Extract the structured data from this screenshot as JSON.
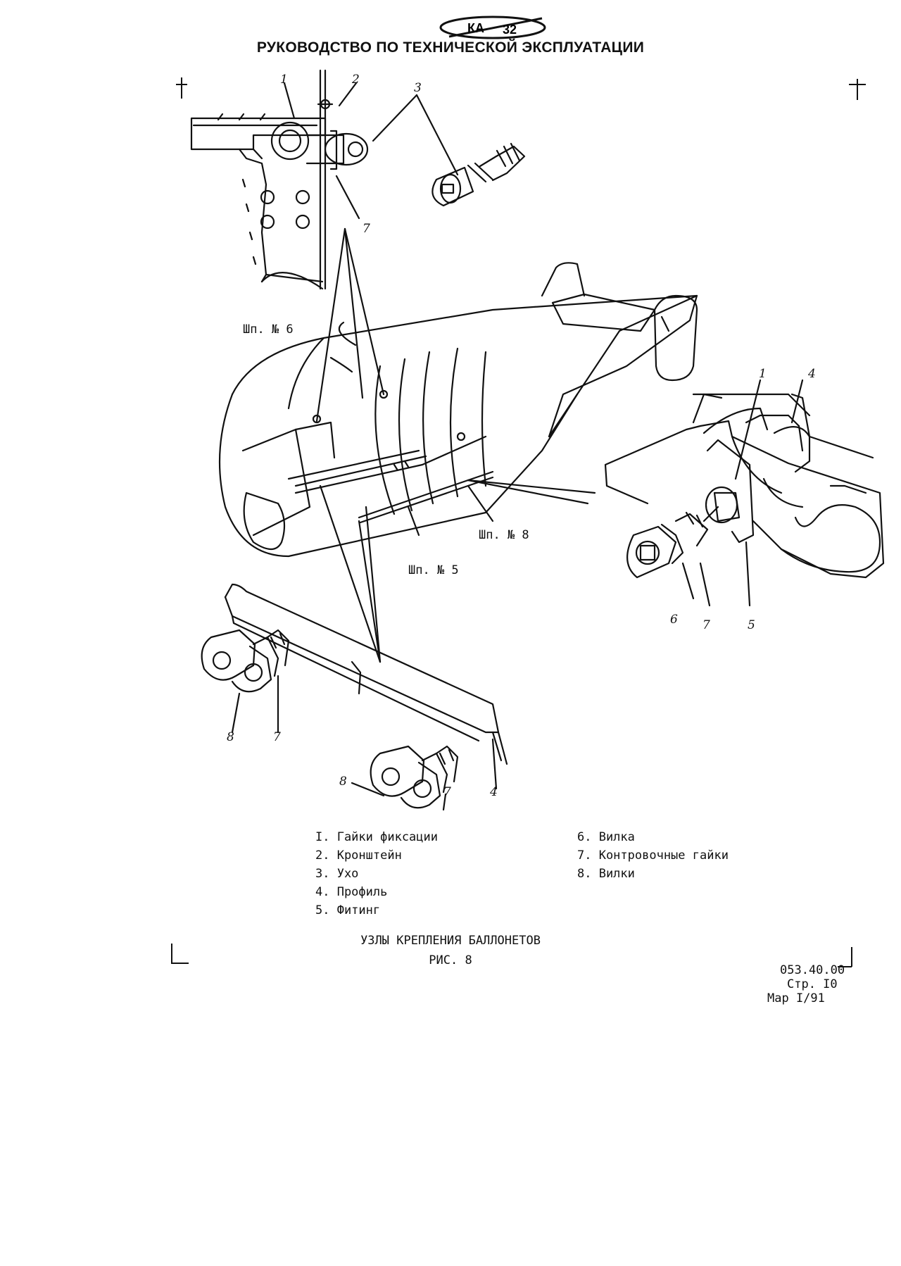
{
  "header": {
    "logo_left": "КА",
    "logo_right": "32",
    "manual_title": "РУКОВОДСТВО ПО ТЕХНИЧЕСКОЙ ЭКСПЛУАТАЦИИ"
  },
  "callouts": {
    "c1": "1",
    "c2": "2",
    "c3": "3",
    "c7a": "7",
    "r1": "1",
    "r4": "4",
    "r6": "6",
    "r7": "7",
    "r5": "5",
    "b8a": "8",
    "b7a": "7",
    "b8b": "8",
    "b7b": "7",
    "b4": "4"
  },
  "frames": {
    "f6": "Шп. № 6",
    "f8": "Шп. № 8",
    "f5": "Шп. № 5"
  },
  "legend": {
    "left": [
      "I. Гайки фиксации",
      "2. Кронштейн",
      "3. Ухо",
      "4. Профиль",
      "5. Фитинг"
    ],
    "right": [
      "6. Вилка",
      "7. Контровочные гайки",
      "8. Вилки"
    ]
  },
  "caption": {
    "title": "УЗЛЫ КРЕПЛЕНИЯ БАЛЛОНЕТОВ",
    "figure": "РИС. 8"
  },
  "docinfo": {
    "code": "053.40.00",
    "page": "Стр. I0",
    "date": "Мар I/91"
  }
}
